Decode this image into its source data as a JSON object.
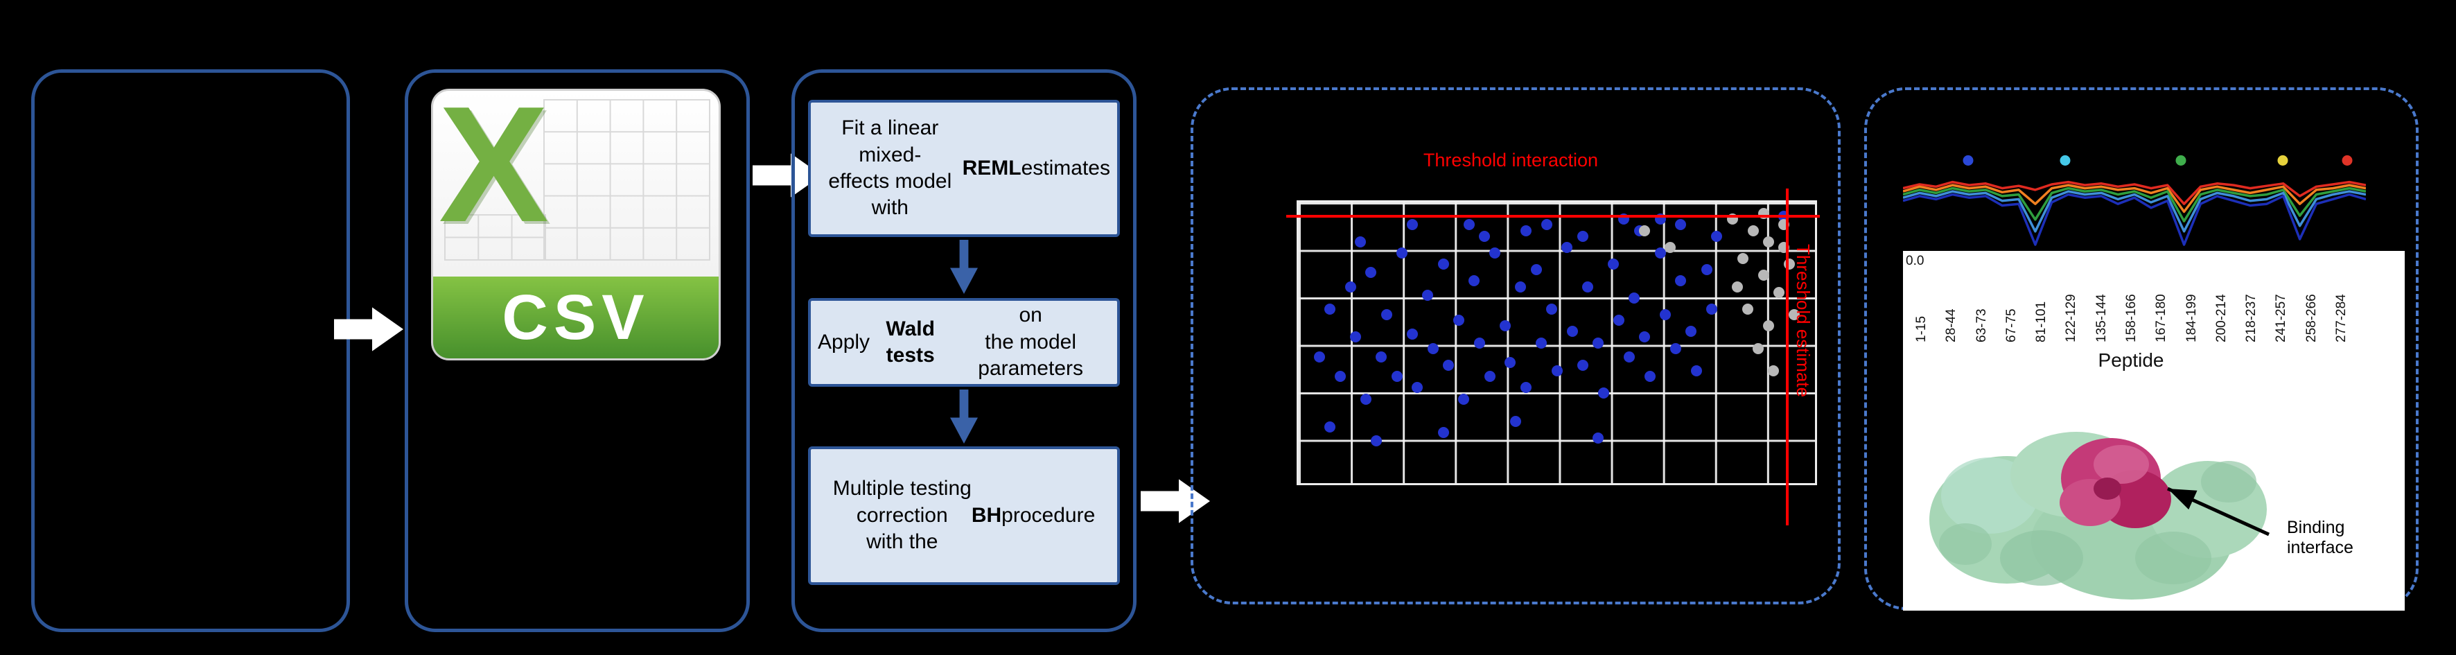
{
  "figure": {
    "csv_icon": {
      "letter": "X",
      "format_label": "CSV"
    },
    "steps": [
      {
        "segments": [
          {
            "text": "Fit a linear mixed-\neffects model with\n"
          },
          {
            "text": "REML",
            "bold": true
          },
          {
            "text": " estimates"
          }
        ]
      },
      {
        "segments": [
          {
            "text": "Apply "
          },
          {
            "text": "Wald tests",
            "bold": true
          },
          {
            "text": " on\nthe model parameters"
          }
        ]
      },
      {
        "segments": [
          {
            "text": "Multiple testing\ncorrection\nwith the "
          },
          {
            "text": "BH",
            "bold": true
          },
          {
            "text": " procedure"
          }
        ]
      }
    ]
  },
  "volcano_plot": {
    "threshold_interaction_label": "Threshold interaction",
    "threshold_estimate_label": "Threshold estimate",
    "threshold_color": "#ff0000",
    "point_color_significant": "#2333cf",
    "point_color_nonsignificant": "#b8b8b8",
    "grid": {
      "cols": 10,
      "rows": 6
    },
    "threshold_line_y_pct": 5.5,
    "threshold_line_x_pct": 94,
    "blue_points": [
      [
        4,
        55
      ],
      [
        6,
        38
      ],
      [
        8,
        62
      ],
      [
        10,
        30
      ],
      [
        11,
        48
      ],
      [
        13,
        70
      ],
      [
        14,
        25
      ],
      [
        16,
        55
      ],
      [
        17,
        40
      ],
      [
        19,
        62
      ],
      [
        20,
        18
      ],
      [
        22,
        47
      ],
      [
        23,
        66
      ],
      [
        25,
        33
      ],
      [
        26,
        52
      ],
      [
        28,
        22
      ],
      [
        29,
        58
      ],
      [
        31,
        42
      ],
      [
        32,
        70
      ],
      [
        34,
        28
      ],
      [
        35,
        50
      ],
      [
        37,
        62
      ],
      [
        38,
        18
      ],
      [
        40,
        44
      ],
      [
        41,
        57
      ],
      [
        43,
        30
      ],
      [
        44,
        66
      ],
      [
        46,
        24
      ],
      [
        47,
        50
      ],
      [
        49,
        38
      ],
      [
        50,
        60
      ],
      [
        52,
        16
      ],
      [
        53,
        46
      ],
      [
        55,
        58
      ],
      [
        56,
        30
      ],
      [
        58,
        50
      ],
      [
        59,
        68
      ],
      [
        61,
        22
      ],
      [
        62,
        42
      ],
      [
        64,
        55
      ],
      [
        65,
        34
      ],
      [
        67,
        48
      ],
      [
        68,
        62
      ],
      [
        70,
        18
      ],
      [
        71,
        40
      ],
      [
        73,
        52
      ],
      [
        74,
        28
      ],
      [
        76,
        46
      ],
      [
        77,
        60
      ],
      [
        79,
        24
      ],
      [
        80,
        38
      ],
      [
        81,
        12
      ],
      [
        6,
        80
      ],
      [
        15,
        85
      ],
      [
        28,
        82
      ],
      [
        42,
        78
      ],
      [
        58,
        84
      ],
      [
        36,
        12
      ],
      [
        48,
        8
      ],
      [
        66,
        10
      ],
      [
        74,
        8
      ],
      [
        22,
        8
      ],
      [
        12,
        14
      ],
      [
        55,
        12
      ],
      [
        63,
        6
      ],
      [
        70,
        6
      ],
      [
        44,
        10
      ],
      [
        33,
        8
      ],
      [
        94,
        5
      ]
    ],
    "gray_points": [
      [
        84,
        6
      ],
      [
        88,
        10
      ],
      [
        91,
        14
      ],
      [
        86,
        20
      ],
      [
        90,
        26
      ],
      [
        93,
        32
      ],
      [
        87,
        38
      ],
      [
        91,
        44
      ],
      [
        89,
        52
      ],
      [
        92,
        60
      ],
      [
        85,
        30
      ],
      [
        94,
        8
      ],
      [
        95,
        22
      ],
      [
        96,
        40
      ],
      [
        90,
        4
      ],
      [
        67,
        10
      ],
      [
        72,
        16
      ],
      [
        94,
        16
      ]
    ]
  },
  "deuteration_chart": {
    "legend_dots": [
      {
        "color": "#2b49d8",
        "x_pct": 14
      },
      {
        "color": "#45c8e8",
        "x_pct": 35
      },
      {
        "color": "#3fae4c",
        "x_pct": 60
      },
      {
        "color": "#e6d23c",
        "x_pct": 82
      },
      {
        "color": "#e03428",
        "x_pct": 96
      }
    ],
    "series": [
      {
        "name": "red",
        "color": "#e02a20",
        "values": [
          0.8,
          0.85,
          0.82,
          0.88,
          0.84,
          0.86,
          0.8,
          0.83,
          0.78,
          0.85,
          0.88,
          0.84,
          0.86,
          0.82,
          0.85,
          0.8,
          0.84,
          0.6,
          0.82,
          0.86,
          0.84,
          0.8,
          0.83,
          0.86,
          0.7,
          0.82,
          0.85,
          0.88,
          0.84
        ]
      },
      {
        "name": "orange",
        "color": "#f08020",
        "values": [
          0.76,
          0.82,
          0.78,
          0.84,
          0.8,
          0.82,
          0.75,
          0.78,
          0.6,
          0.8,
          0.84,
          0.8,
          0.82,
          0.78,
          0.8,
          0.74,
          0.8,
          0.5,
          0.78,
          0.82,
          0.78,
          0.74,
          0.78,
          0.82,
          0.6,
          0.78,
          0.8,
          0.84,
          0.8
        ]
      },
      {
        "name": "green",
        "color": "#2f9e3e",
        "values": [
          0.72,
          0.78,
          0.74,
          0.8,
          0.76,
          0.78,
          0.7,
          0.72,
          0.4,
          0.74,
          0.8,
          0.76,
          0.78,
          0.72,
          0.76,
          0.68,
          0.76,
          0.38,
          0.72,
          0.78,
          0.74,
          0.7,
          0.72,
          0.78,
          0.45,
          0.72,
          0.76,
          0.8,
          0.76
        ]
      },
      {
        "name": "light-blue",
        "color": "#3f8fd8",
        "values": [
          0.68,
          0.74,
          0.7,
          0.76,
          0.72,
          0.74,
          0.64,
          0.66,
          0.25,
          0.68,
          0.76,
          0.72,
          0.74,
          0.66,
          0.72,
          0.62,
          0.7,
          0.25,
          0.66,
          0.74,
          0.7,
          0.64,
          0.66,
          0.74,
          0.32,
          0.66,
          0.72,
          0.76,
          0.72
        ]
      },
      {
        "name": "dark-blue",
        "color": "#1c2fb8",
        "values": [
          0.64,
          0.7,
          0.66,
          0.72,
          0.68,
          0.7,
          0.58,
          0.6,
          0.08,
          0.62,
          0.72,
          0.68,
          0.7,
          0.6,
          0.68,
          0.55,
          0.64,
          0.08,
          0.6,
          0.7,
          0.64,
          0.58,
          0.6,
          0.7,
          0.15,
          0.6,
          0.66,
          0.72,
          0.66
        ]
      }
    ]
  },
  "peptide_axis": {
    "origin_tick": "0.0",
    "labels": [
      "1-15",
      "28-44",
      "63-73",
      "67-75",
      "81-101",
      "122-129",
      "135-144",
      "158-166",
      "167-180",
      "184-199",
      "200-214",
      "218-237",
      "241-257",
      "258-266",
      "277-284"
    ],
    "axis_label": "Peptide"
  },
  "protein_panel": {
    "annotation": "Binding interface"
  }
}
